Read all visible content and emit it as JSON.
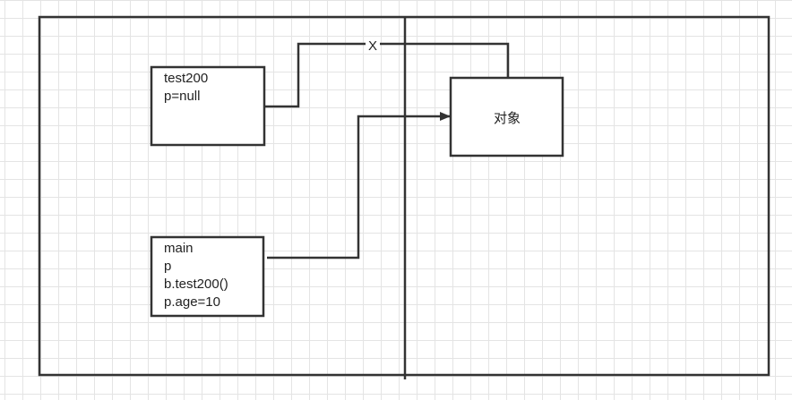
{
  "frames": {
    "stack_frame_test200": {
      "lines": [
        "test200",
        "p=null"
      ]
    },
    "stack_frame_main": {
      "lines": [
        "main",
        "p",
        "b.test200()",
        "p.age=10"
      ]
    },
    "heap_object": {
      "label": "对象"
    }
  },
  "connectors": {
    "broken_reference_mark": "X"
  },
  "colors": {
    "stroke": "#333333",
    "grid": "#e4e4e4",
    "text": "#222222"
  }
}
